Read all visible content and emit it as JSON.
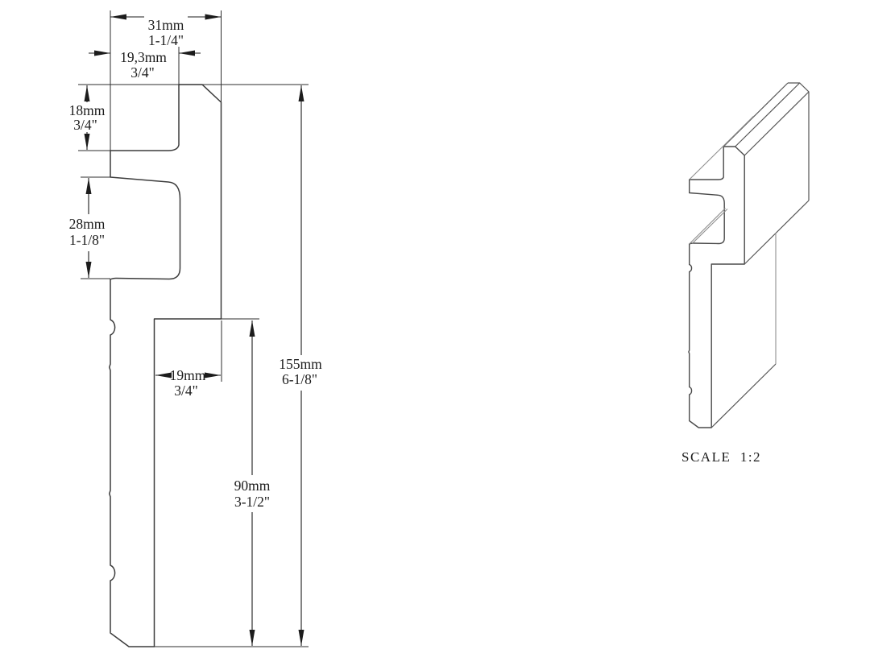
{
  "drawing": {
    "scale_label": "SCALE  1:2",
    "dims": {
      "top_width_mm": "31mm",
      "top_width_in": "1-1/4\"",
      "rebate_depth_mm": "19,3mm",
      "rebate_depth_in": "3/4\"",
      "rebate_height_mm": "18mm",
      "rebate_height_in": "3/4\"",
      "groove_height_mm": "28mm",
      "groove_height_in": "1-1/8\"",
      "step_depth_mm": "19mm",
      "step_depth_in": "3/4\"",
      "lower_height_mm": "90mm",
      "lower_height_in": "3-1/2\"",
      "total_height_mm": "155mm",
      "total_height_in": "6-1/8\""
    }
  }
}
